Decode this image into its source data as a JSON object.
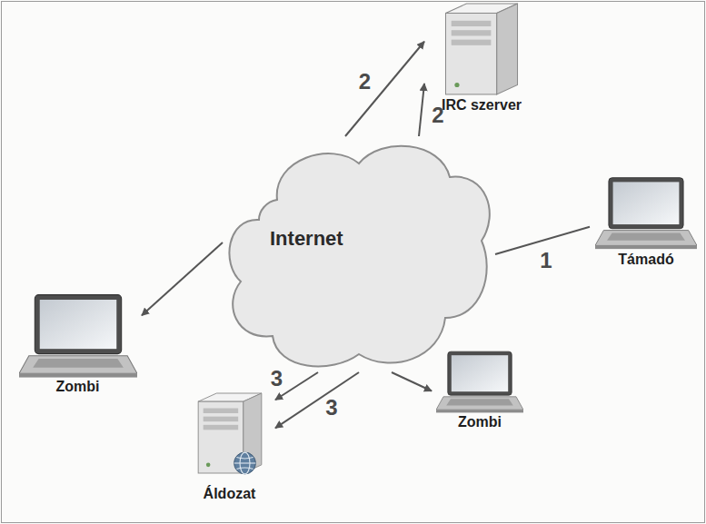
{
  "diagram": {
    "nodes": [
      {
        "text": [
          "IRC szerver"
        ]
      },
      {
        "text": [
          "Internet"
        ]
      },
      {
        "text": [
          "Támadó"
        ]
      },
      {
        "text": [
          "Zombi"
        ]
      },
      {
        "text": [
          "Zombi"
        ]
      },
      {
        "text": [
          "Áldozat"
        ]
      }
    ],
    "edges": [
      {
        "from": 2,
        "to": 1,
        "label": "1",
        "arrow": "none"
      },
      {
        "from": 1,
        "to": 0,
        "label": "2",
        "arrow": "to"
      },
      {
        "from": 1,
        "to": 0,
        "label": "2",
        "arrow": "to"
      },
      {
        "from": 1,
        "to": 3,
        "arrow": "to"
      },
      {
        "from": 1,
        "to": 4,
        "arrow": "to"
      },
      {
        "from": 1,
        "to": 5,
        "label": "3",
        "arrow": "to"
      },
      {
        "from": 1,
        "to": 5,
        "label": "3",
        "arrow": "to"
      }
    ]
  }
}
